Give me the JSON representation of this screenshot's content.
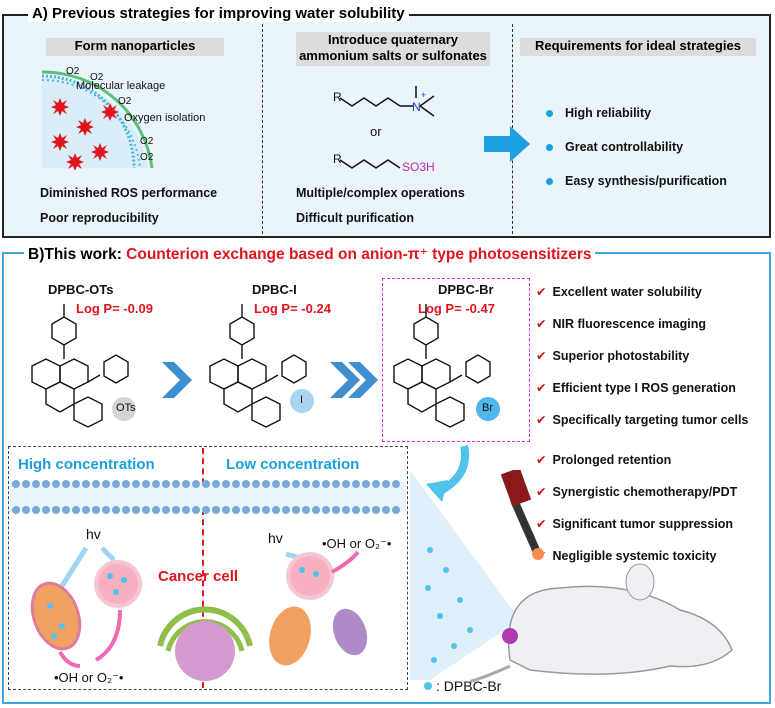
{
  "panel_a": {
    "title": "A) Previous strategies for  improving water solubility",
    "col1": {
      "header": "Form nanoparticles",
      "label_leak": "Molecular leakage",
      "label_iso": "Oxygen isolation",
      "o2": "O2",
      "point1": "Diminished ROS performance",
      "point2": "Poor reproducibility"
    },
    "col2": {
      "header_line1": "Introduce quaternary",
      "header_line2": "ammonium salts or sulfonates",
      "r1": "R",
      "or": "or",
      "r2": "R",
      "so3h": "SO3H",
      "point1": "Multiple/complex operations",
      "point2": "Difficult purification"
    },
    "col3": {
      "header": "Requirements for ideal strategies",
      "items": [
        "High reliability",
        "Great controllability",
        "Easy synthesis/purification"
      ]
    }
  },
  "panel_b": {
    "title_prefix": "B)This work: ",
    "title_red": "Counterion exchange based on anion-π⁺ type photosensitizers",
    "molecules": [
      {
        "name": "DPBC-OTs",
        "logp": "Log P= -0.09",
        "anion": "OTs"
      },
      {
        "name": "DPBC-I",
        "logp": "Log P= -0.24",
        "anion": "I"
      },
      {
        "name": "DPBC-Br",
        "logp": "Log P= -0.47",
        "anion": "Br"
      }
    ],
    "checklist": [
      "Excellent water solubility",
      "NIR fluorescence imaging",
      "Superior photostability",
      "Efficient type I ROS generation",
      "Specifically targeting tumor cells",
      "Prolonged retention",
      "Synergistic chemotherapy/PDT",
      "Significant tumor suppression",
      "Negligible systemic toxicity"
    ],
    "high_conc": "High concentration",
    "low_conc": "Low concentration",
    "hv": "hv",
    "cancer_cell": "Cancer cell",
    "ros": "•OH or O₂⁻•",
    "legend": ": DPBC-Br"
  },
  "colors": {
    "accent_red": "#e0141c",
    "accent_blue": "#1aa0dc",
    "panel_bg": "#e9f4fb",
    "border_blue": "#3ca8dc"
  }
}
